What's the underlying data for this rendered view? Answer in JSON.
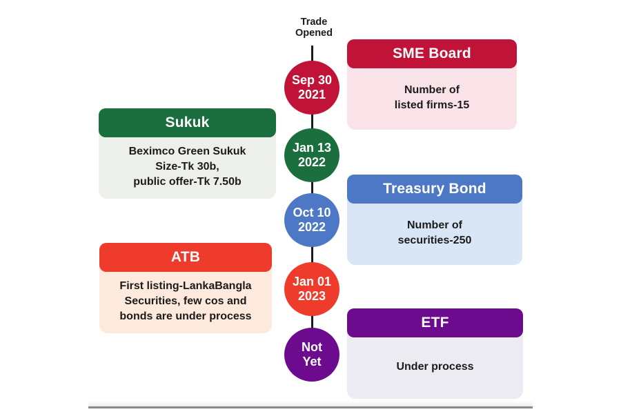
{
  "figure": {
    "background": "#ffffff",
    "text_color": "#1b1b1b",
    "axis_label": "Trade\nOpened",
    "timeline_line_color": "#1a1a1a",
    "bottom_rule_color": "#8a8a8a"
  },
  "timeline_nodes": [
    {
      "date": "Sep 30\n2021",
      "color": "#c11237"
    },
    {
      "date": "Jan 13\n2022",
      "color": "#1b6e3d"
    },
    {
      "date": "Oct 10\n2022",
      "color": "#4d78c6"
    },
    {
      "date": "Jan 01\n2023",
      "color": "#ee3b2c"
    },
    {
      "date": "Not\nYet",
      "color": "#6d0b8f"
    }
  ],
  "cards": {
    "sme": {
      "title": "SME Board",
      "body": "Number of\nlisted firms-15",
      "header_color": "#c11237",
      "body_color": "#f9e3e9"
    },
    "sukuk": {
      "title": "Sukuk",
      "body": "Beximco Green Sukuk\nSize-Tk 30b,\npublic offer-Tk 7.50b",
      "header_color": "#1b6e3d",
      "body_color": "#edefeb"
    },
    "treasury": {
      "title": "Treasury Bond",
      "body": "Number of\nsecurities-250",
      "header_color": "#4d78c6",
      "body_color": "#d9e6f5"
    },
    "atb": {
      "title": "ATB",
      "body": "First listing-LankaBangla\nSecurities, few cos and\nbonds are under process",
      "header_color": "#ee3b2c",
      "body_color": "#fdeadc"
    },
    "etf": {
      "title": "ETF",
      "body": "Under process",
      "header_color": "#6d0b8f",
      "body_color": "#edebf2"
    }
  }
}
